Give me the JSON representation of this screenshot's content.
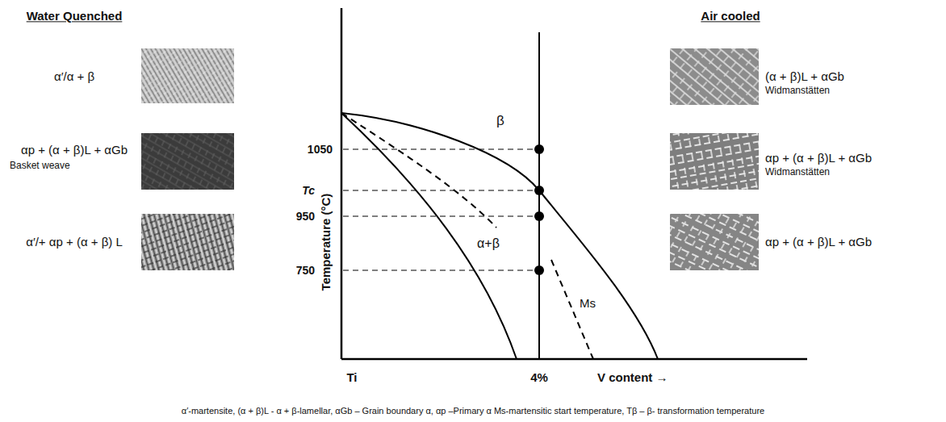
{
  "diagram": {
    "caption": "α′-martensite, (α + β)L - α + β-lamellar, αGb – Grain boundary α, αp –Primary α Ms-martensitic start temperature, Tβ – β- transformation temperature",
    "labels": [
      "Water Quenched",
      "α′/α + β",
      "αp + (α + β)L + αGb",
      "Basket weave",
      "α′/+ αp + (α + β) L",
      "Air cooled",
      "(α + β)L + αGb",
      "Widmanstätten",
      "αp + (α + β)L + αGb",
      "Widmanstätten",
      "αp + (α + β)L + αGb",
      "1050",
      "Tc",
      "950",
      "750",
      "Temperature (°C)",
      "β",
      "α+β",
      "Ms",
      "Ti",
      "4%",
      "V content →"
    ]
  }
}
